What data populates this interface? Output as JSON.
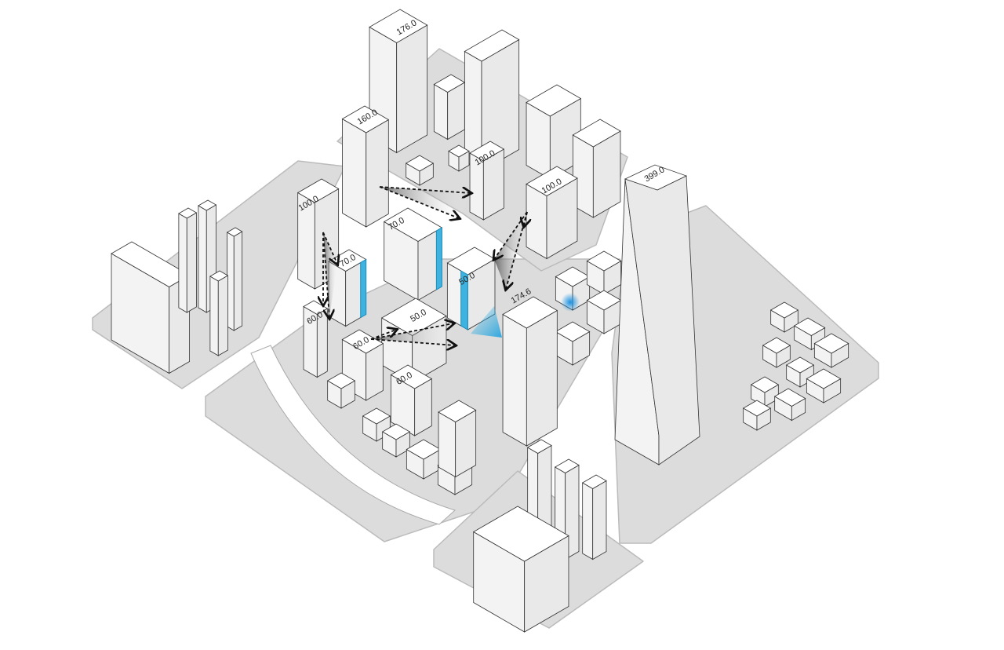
{
  "diagram": {
    "kind": "isometric urban massing diagram",
    "height_labels": {
      "tower_north_a": "176.0",
      "tower_north_b": "160.0",
      "tower_west": "100.0",
      "tower_northeast_a": "100.0",
      "tower_northeast_b": "100.0",
      "site_north": "70.0",
      "site_west": "70.0",
      "site_east": "50.0",
      "site_center": "50.0",
      "site_south": "60.0",
      "south_a": "60.0",
      "south_west": "60.0",
      "tower_east": "174.6",
      "tower_landmark": "399.0"
    },
    "colors": {
      "ground": "#dcdcdc",
      "building_top": "#ffffff",
      "building_side_left": "#f3f3f3",
      "building_side_right": "#e9e9e9",
      "outline": "#333333",
      "highlight_facade": "#3fb3e0",
      "arrow": "#111111"
    }
  }
}
